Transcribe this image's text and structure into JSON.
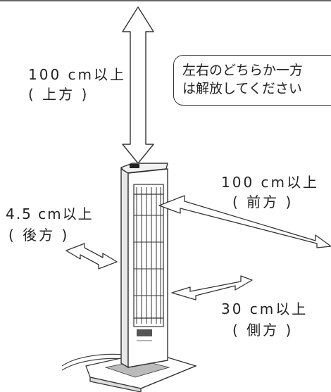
{
  "clearances": {
    "top": {
      "distance": "100 cm以上",
      "direction": "( 上方 )"
    },
    "front": {
      "distance": "100 cm以上",
      "direction": "( 前方 )"
    },
    "rear": {
      "distance": "4.5 cm以上",
      "direction": "( 後方 )"
    },
    "side": {
      "distance": "30 cm以上",
      "direction": "( 側方 )"
    }
  },
  "note": {
    "line1": "左右のどちらか一方",
    "line2": "は解放してください"
  },
  "colors": {
    "ink": "#222222",
    "background": "#ffffff"
  },
  "icons": [
    "double-arrow-icon",
    "heater-illustration"
  ]
}
